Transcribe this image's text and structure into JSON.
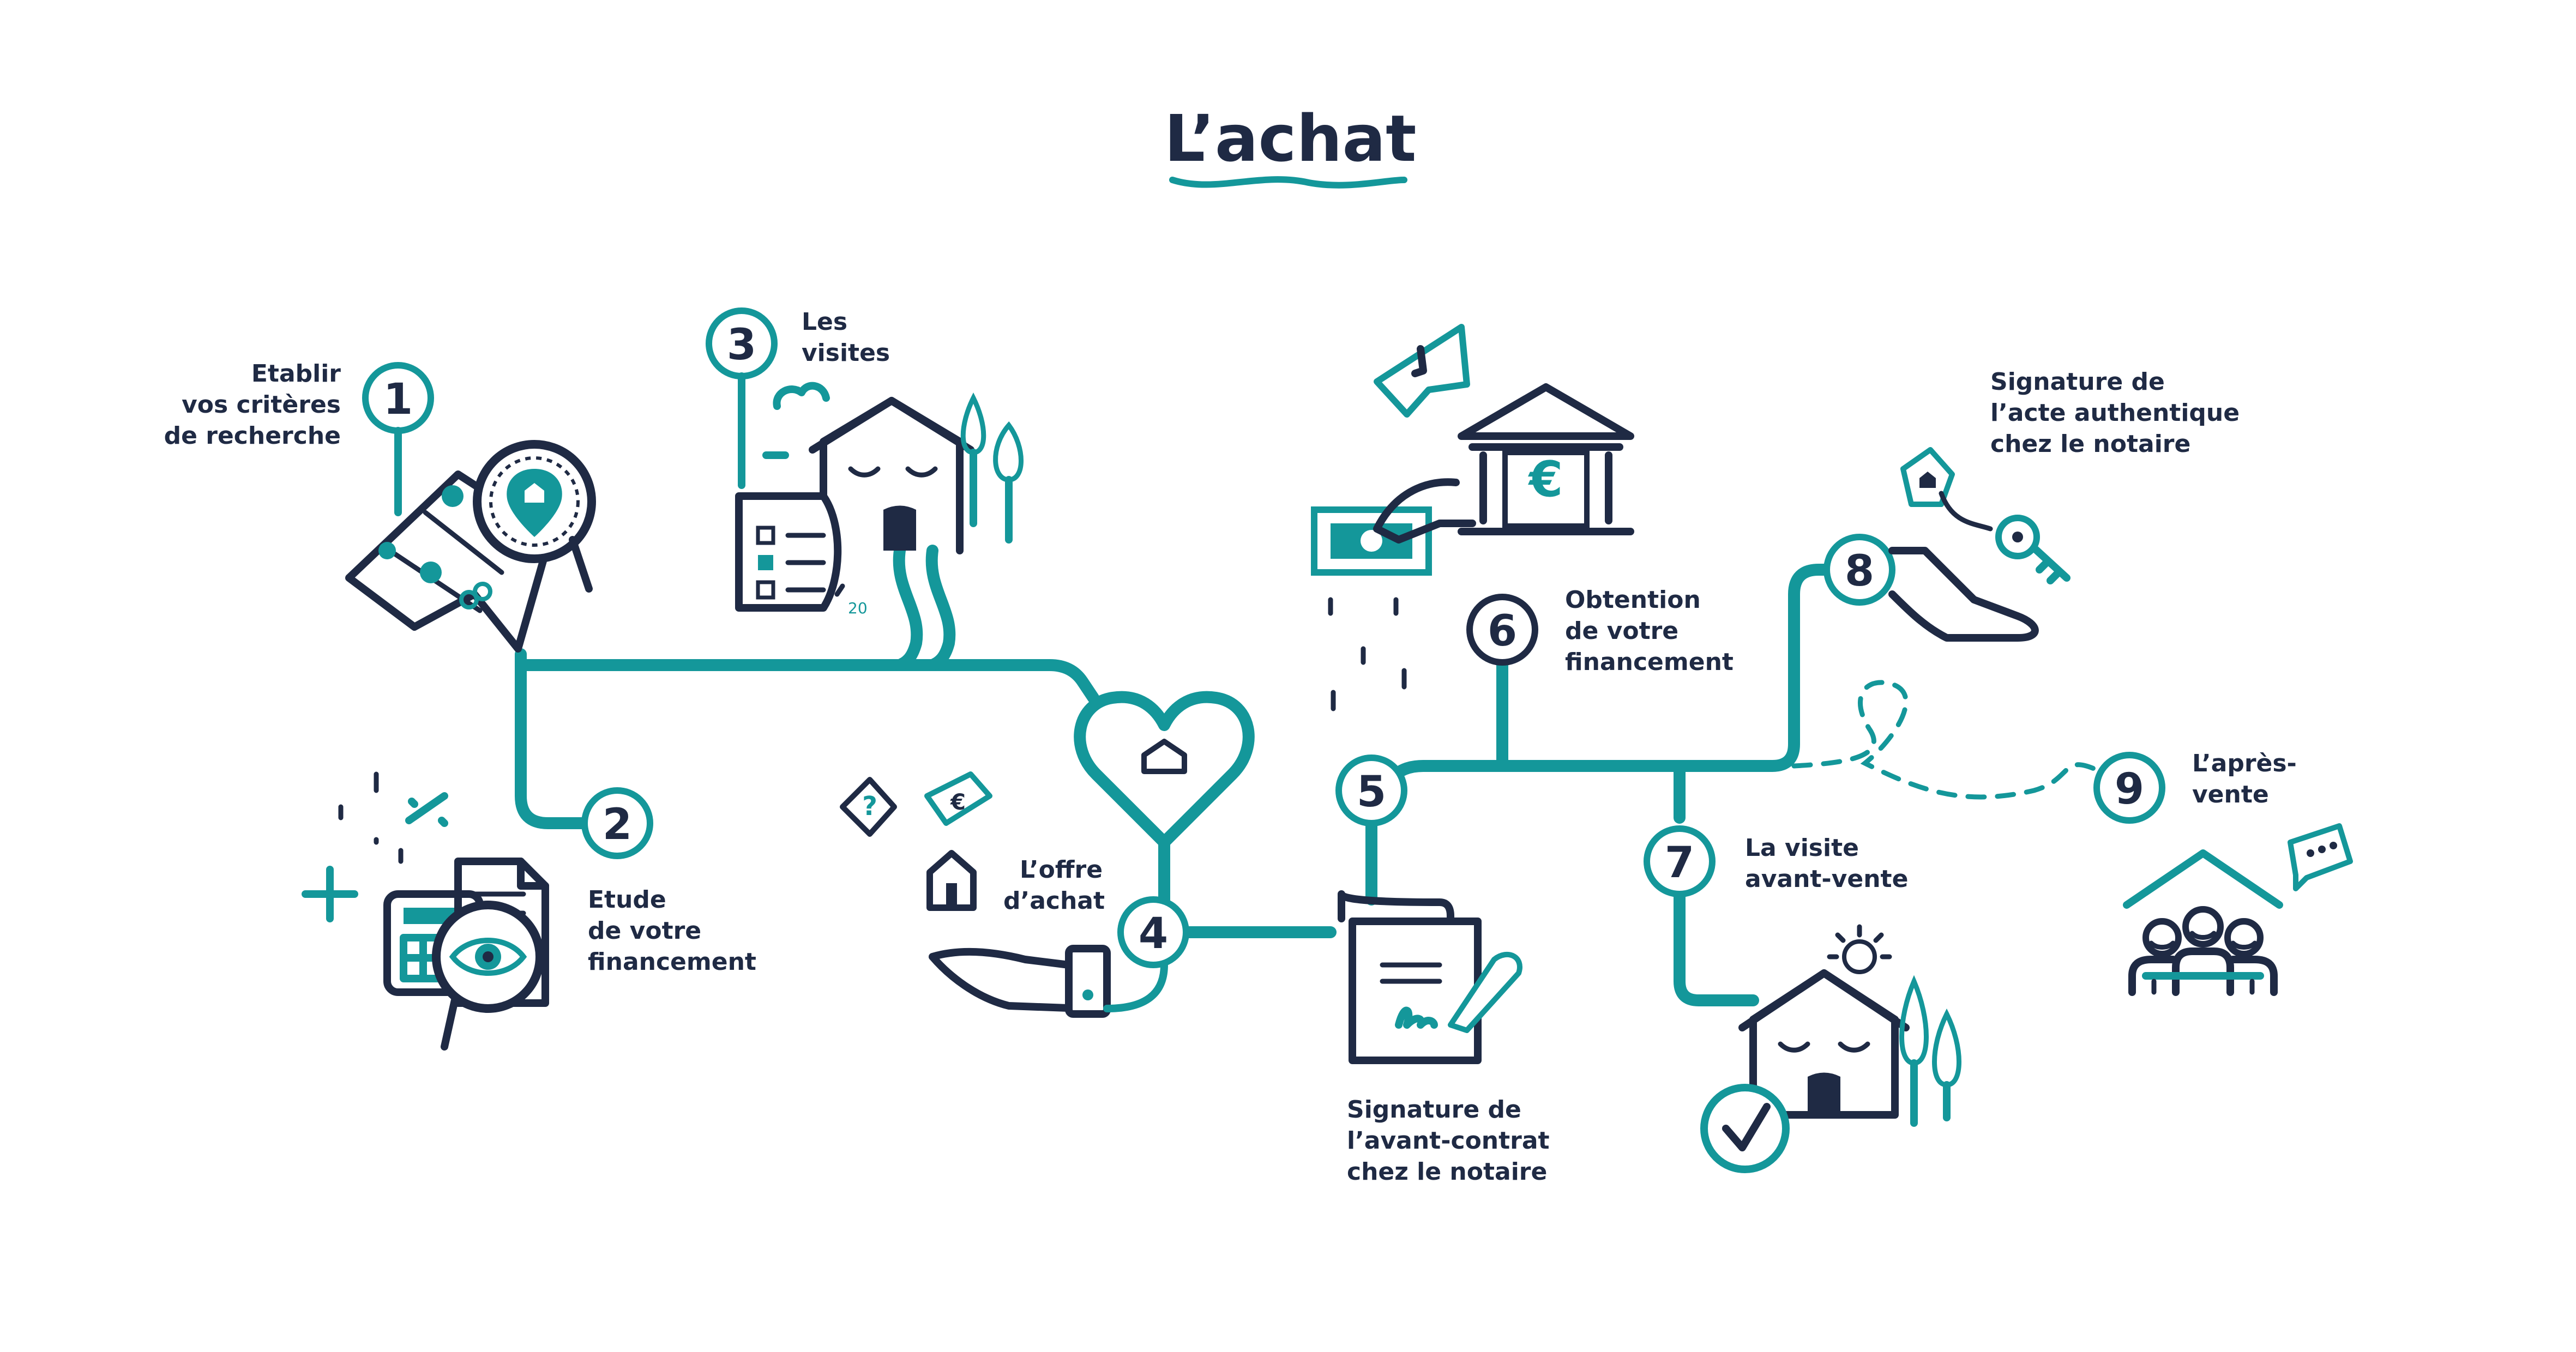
{
  "title": "L’achat",
  "colors": {
    "navy": "#1f2a44",
    "teal": "#14979a",
    "background": "#ffffff"
  },
  "steps": [
    {
      "number": "1",
      "line1": "Etablir",
      "line2": "vos critères",
      "line3": "de recherche",
      "icon": "map-search-icon"
    },
    {
      "number": "2",
      "line1": "Etude",
      "line2": "de votre",
      "line3": "financement",
      "icon": "calculator-document-eye-icon"
    },
    {
      "number": "3",
      "line1": "Les",
      "line2": "visites",
      "line3": "",
      "icon": "house-visit-checklist-icon"
    },
    {
      "number": "4",
      "line1": "L’offre",
      "line2": "d’achat",
      "line3": "",
      "icon": "hand-offer-icon"
    },
    {
      "number": "5",
      "line1": "Signature de",
      "line2": "l’avant-contrat",
      "line3": "chez le notaire",
      "icon": "contract-scroll-pen-icon"
    },
    {
      "number": "6",
      "line1": "Obtention",
      "line2": "de votre",
      "line3": "financement",
      "icon": "bank-euro-icon"
    },
    {
      "number": "7",
      "line1": "La visite",
      "line2": "avant-vente",
      "line3": "",
      "icon": "house-checkmark-icon"
    },
    {
      "number": "8",
      "line1": "Signature de",
      "line2": "l’acte authentique",
      "line3": "chez le notaire",
      "icon": "hand-keys-icon"
    },
    {
      "number": "9",
      "line1": "L’après-",
      "line2": "vente",
      "line3": "",
      "icon": "family-house-icon"
    }
  ],
  "icon_text": {
    "checklist_number": "20",
    "tag_euro": "€",
    "bank_euro": "€",
    "question": "?"
  }
}
